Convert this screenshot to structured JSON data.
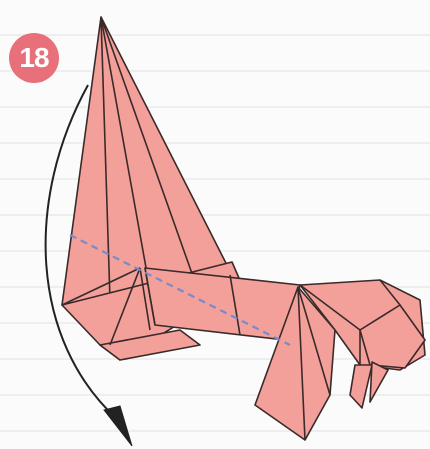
{
  "step": {
    "number": "18"
  },
  "colors": {
    "paper_fill": "#f3a09a",
    "paper_dark": "#e88d86",
    "crease_line": "#3a2a2a",
    "valley_fold": "#7a8ac8",
    "arrow": "#222222",
    "badge": "#e8707a"
  },
  "icons": {
    "fold_arrow": "curved-arrow-down",
    "fold_line": "dashed-valley-fold"
  }
}
